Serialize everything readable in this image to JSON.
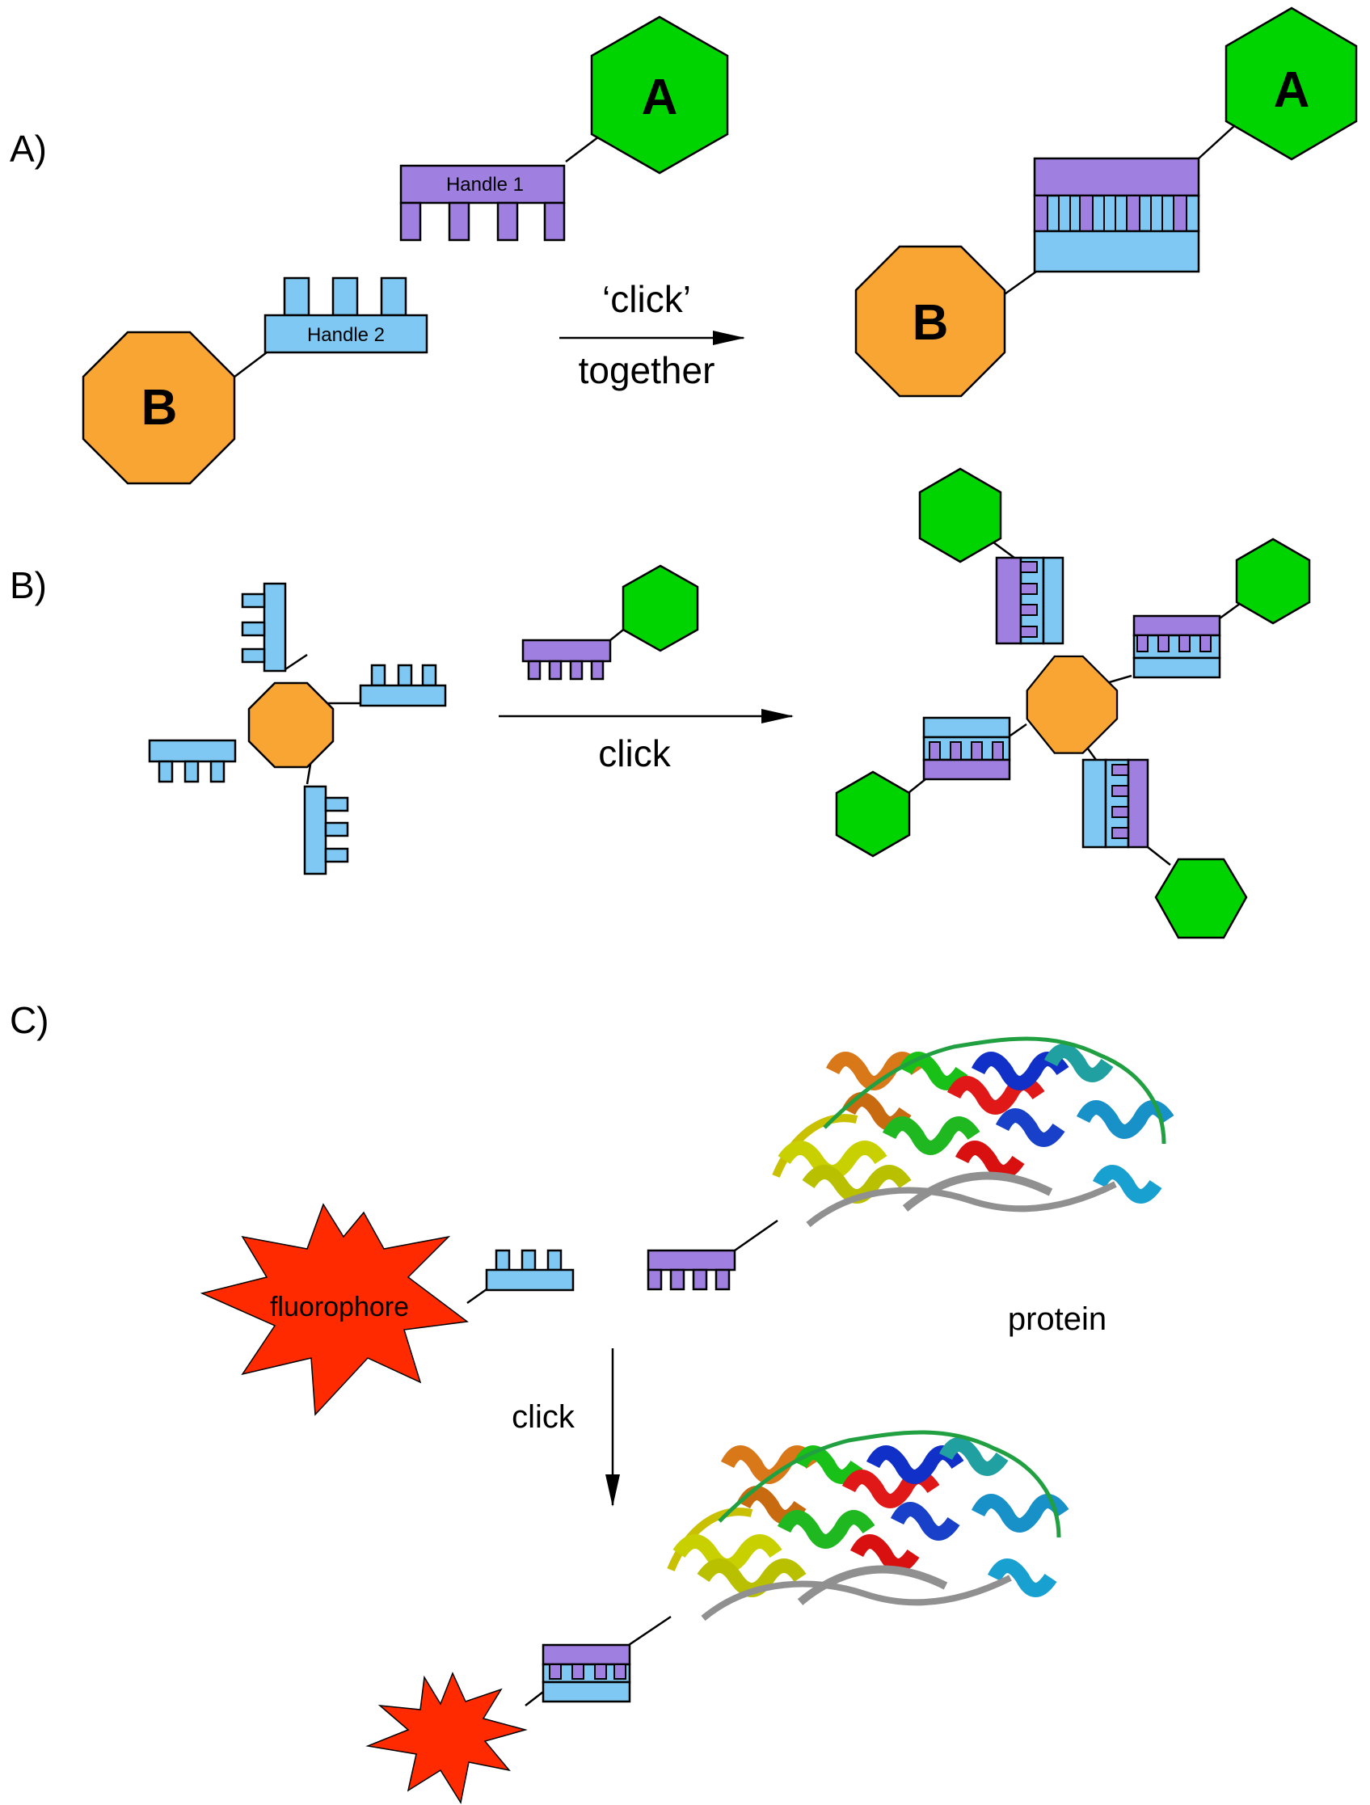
{
  "panels": {
    "a": {
      "label": "A)",
      "molecule_a": "A",
      "molecule_b": "B",
      "handle1": "Handle 1",
      "handle2": "Handle 2",
      "arrow_top": "‘click’",
      "arrow_bottom": "together",
      "product_a": "A",
      "product_b": "B"
    },
    "b": {
      "label": "B)",
      "arrow_label": "click"
    },
    "c": {
      "label": "C)",
      "fluorophore": "fluorophore",
      "protein": "protein",
      "arrow_label": "click"
    }
  },
  "colors": {
    "green": "#00d400",
    "orange": "#f9a533",
    "blue": "#7ec8f3",
    "purple": "#9f7fe0",
    "red": "#ff2a00",
    "outline": "#000000"
  },
  "icons": [
    "hexagon-icon",
    "octagon-icon",
    "starburst-icon",
    "protein-ribbon-icon"
  ]
}
